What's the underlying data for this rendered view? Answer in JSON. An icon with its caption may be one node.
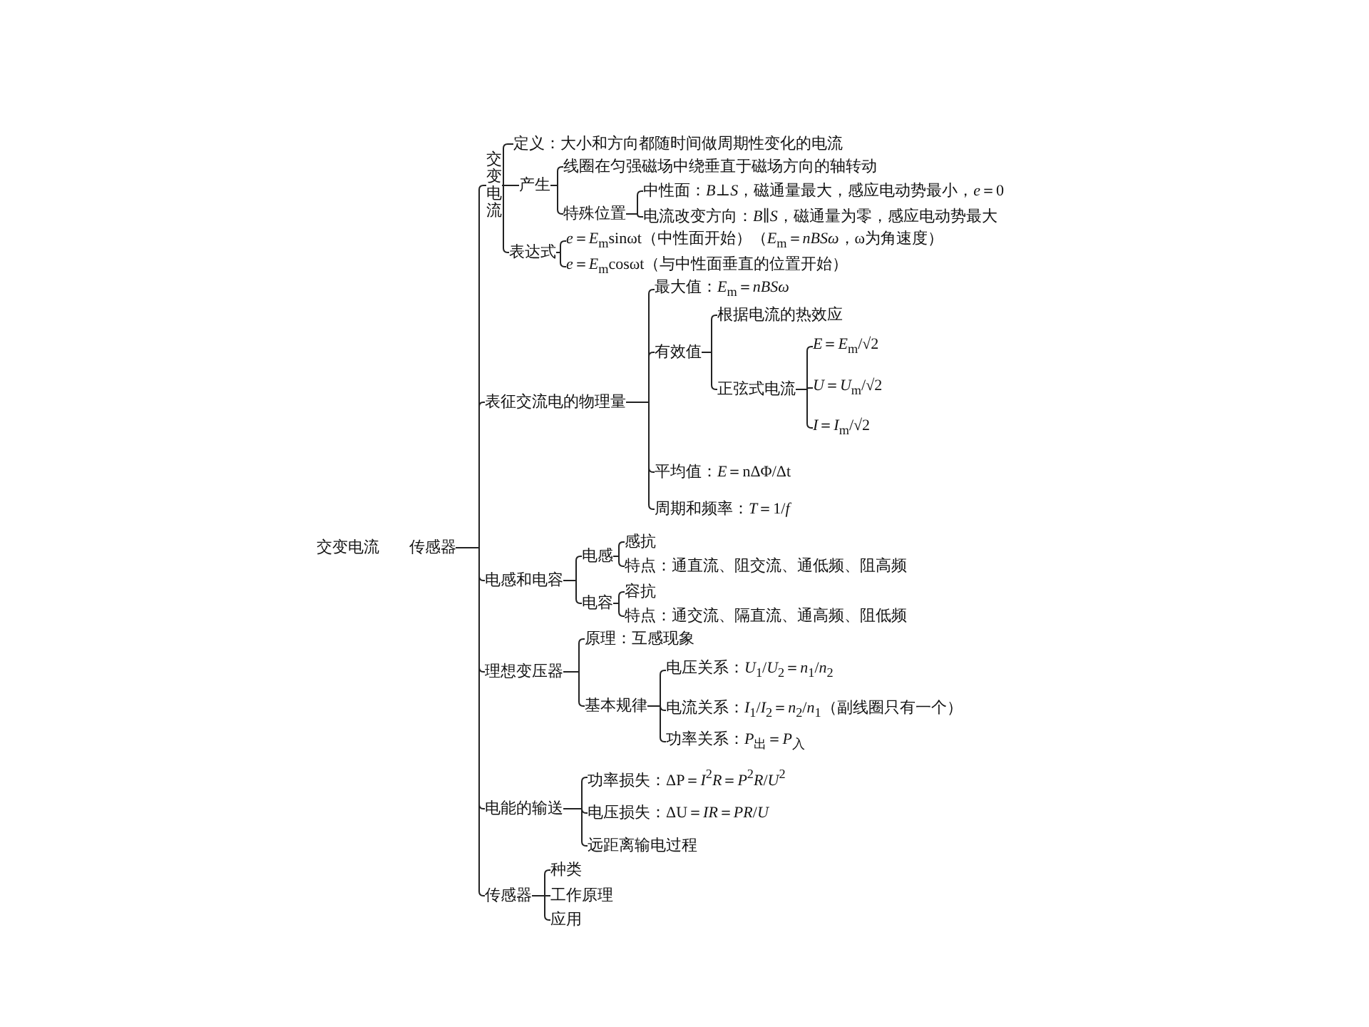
{
  "diagram": {
    "nodes": [
      {
        "text": [
          "交变电流 传感器"
        ]
      },
      {
        "text": [
          "交变电流"
        ]
      },
      {
        "text": [
          "定义：大小和方向都随时间做周期性变化的电流"
        ]
      },
      {
        "text": [
          "产生"
        ]
      },
      {
        "text": [
          "线圈在匀强磁场中绕垂直于磁场方向的轴转动"
        ]
      },
      {
        "text": [
          "特殊位置"
        ]
      },
      {
        "text": [
          "中性面：*B*⊥*S*，磁通量最大，感应电动势最小，*e*＝0"
        ]
      },
      {
        "text": [
          "电流改变方向：*B*∥*S*，磁通量为零，感应电动势最大"
        ]
      },
      {
        "text": [
          "表达式"
        ]
      },
      {
        "text": [
          "*e*＝*E*$_{m}$sinωt（中性面开始）（*E*$_{m}$＝*nBSω*，ω为角速度）"
        ]
      },
      {
        "text": [
          "*e*＝*E*$_{m}$cosωt（与中性面垂直的位置开始）"
        ]
      },
      {
        "text": [
          "表征交流电的物理量"
        ]
      },
      {
        "text": [
          "最大值：*E*$_{m}$＝*nBSω*"
        ]
      },
      {
        "text": [
          "有效值"
        ]
      },
      {
        "text": [
          "根据电流的热效应"
        ]
      },
      {
        "text": [
          "正弦式电流"
        ]
      },
      {
        "text": [
          "*E*＝*E*$_{m}$/√2"
        ]
      },
      {
        "text": [
          "*U*＝*U*$_{m}$/√2"
        ]
      },
      {
        "text": [
          "*I*＝*I*$_{m}$/√2"
        ]
      },
      {
        "text": [
          "平均值：*E*＝nΔΦ/Δt"
        ]
      },
      {
        "text": [
          "周期和频率：*T*＝1/*f*"
        ]
      },
      {
        "text": [
          "电感和电容"
        ]
      },
      {
        "text": [
          "电感"
        ]
      },
      {
        "text": [
          "感抗"
        ]
      },
      {
        "text": [
          "特点：通直流、阻交流、通低频、阻高频"
        ]
      },
      {
        "text": [
          "电容"
        ]
      },
      {
        "text": [
          "容抗"
        ]
      },
      {
        "text": [
          "特点：通交流、隔直流、通高频、阻低频"
        ]
      },
      {
        "text": [
          "理想变压器"
        ]
      },
      {
        "text": [
          "原理：互感现象"
        ]
      },
      {
        "text": [
          "基本规律"
        ]
      },
      {
        "text": [
          "电压关系：*U*$_{1}$/*U*$_{2}$＝*n*$_{1}$/*n*$_{2}$"
        ]
      },
      {
        "text": [
          "电流关系：*I*$_{1}$/*I*$_{2}$＝*n*$_{2}$/*n*$_{1}$（副线圈只有一个）"
        ]
      },
      {
        "text": [
          "功率关系：*P*$_{出}$＝*P*$_{入}$"
        ]
      },
      {
        "text": [
          "电能的输送"
        ]
      },
      {
        "text": [
          "功率损失：ΔP＝*I*$^{2}$*R*＝*P*$^{2}$*R*/*U*$^{2}$"
        ]
      },
      {
        "text": [
          "电压损失：ΔU＝*IR*＝*PR*/*U*"
        ]
      },
      {
        "text": [
          "远距离输电过程"
        ]
      },
      {
        "text": [
          "传感器"
        ]
      },
      {
        "text": [
          "种类"
        ]
      },
      {
        "text": [
          "工作原理"
        ]
      },
      {
        "text": [
          "应用"
        ]
      }
    ],
    "edges": [
      {
        "from": 0,
        "to": 1,
        "arrow": "none"
      },
      {
        "from": 0,
        "to": 11,
        "arrow": "none"
      },
      {
        "from": 0,
        "to": 21,
        "arrow": "none"
      },
      {
        "from": 0,
        "to": 28,
        "arrow": "none"
      },
      {
        "from": 0,
        "to": 34,
        "arrow": "none"
      },
      {
        "from": 0,
        "to": 38,
        "arrow": "none"
      },
      {
        "from": 1,
        "to": 2,
        "arrow": "none"
      },
      {
        "from": 1,
        "to": 3,
        "arrow": "none"
      },
      {
        "from": 1,
        "to": 8,
        "arrow": "none"
      },
      {
        "from": 3,
        "to": 4,
        "arrow": "none"
      },
      {
        "from": 3,
        "to": 5,
        "arrow": "none"
      },
      {
        "from": 5,
        "to": 6,
        "arrow": "none"
      },
      {
        "from": 5,
        "to": 7,
        "arrow": "none"
      },
      {
        "from": 8,
        "to": 9,
        "arrow": "none"
      },
      {
        "from": 8,
        "to": 10,
        "arrow": "none"
      },
      {
        "from": 11,
        "to": 12,
        "arrow": "none"
      },
      {
        "from": 11,
        "to": 13,
        "arrow": "none"
      },
      {
        "from": 11,
        "to": 19,
        "arrow": "none"
      },
      {
        "from": 11,
        "to": 20,
        "arrow": "none"
      },
      {
        "from": 13,
        "to": 14,
        "arrow": "none"
      },
      {
        "from": 13,
        "to": 15,
        "arrow": "none"
      },
      {
        "from": 15,
        "to": 16,
        "arrow": "none"
      },
      {
        "from": 15,
        "to": 17,
        "arrow": "none"
      },
      {
        "from": 15,
        "to": 18,
        "arrow": "none"
      },
      {
        "from": 21,
        "to": 22,
        "arrow": "none"
      },
      {
        "from": 21,
        "to": 25,
        "arrow": "none"
      },
      {
        "from": 22,
        "to": 23,
        "arrow": "none"
      },
      {
        "from": 22,
        "to": 24,
        "arrow": "none"
      },
      {
        "from": 25,
        "to": 26,
        "arrow": "none"
      },
      {
        "from": 25,
        "to": 27,
        "arrow": "none"
      },
      {
        "from": 28,
        "to": 29,
        "arrow": "none"
      },
      {
        "from": 28,
        "to": 30,
        "arrow": "none"
      },
      {
        "from": 30,
        "to": 31,
        "arrow": "none"
      },
      {
        "from": 30,
        "to": 32,
        "arrow": "none"
      },
      {
        "from": 30,
        "to": 33,
        "arrow": "none"
      },
      {
        "from": 34,
        "to": 35,
        "arrow": "none"
      },
      {
        "from": 34,
        "to": 36,
        "arrow": "none"
      },
      {
        "from": 34,
        "to": 37,
        "arrow": "none"
      },
      {
        "from": 38,
        "to": 39,
        "arrow": "none"
      },
      {
        "from": 38,
        "to": 40,
        "arrow": "none"
      },
      {
        "from": 38,
        "to": 41,
        "arrow": "none"
      }
    ]
  }
}
